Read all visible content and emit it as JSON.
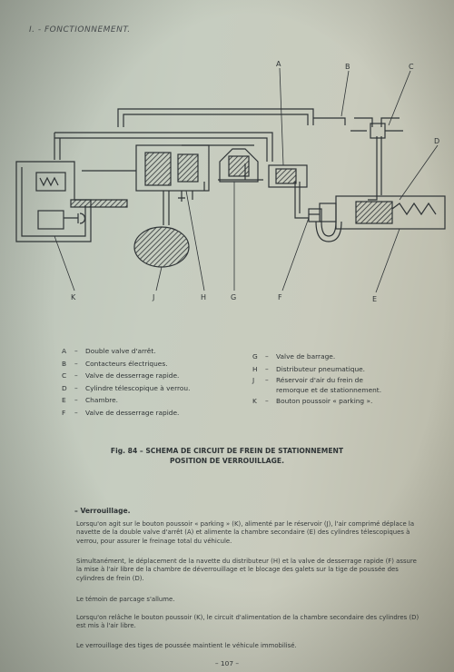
{
  "header": {
    "section": "I. - FONCTIONNEMENT."
  },
  "diagram": {
    "labels": {
      "A": "A",
      "B": "B",
      "C": "C",
      "D": "D",
      "E": "E",
      "F": "F",
      "G": "G",
      "H": "H",
      "J": "J",
      "K": "K"
    }
  },
  "legend": {
    "left": [
      {
        "key": "A",
        "dash": "–",
        "text": "Double valve d'arrêt."
      },
      {
        "key": "B",
        "dash": "–",
        "text": "Contacteurs électriques."
      },
      {
        "key": "C",
        "dash": "–",
        "text": "Valve de desserrage rapide."
      },
      {
        "key": "D",
        "dash": "–",
        "text": "Cylindre télescopique à verrou."
      },
      {
        "key": "E",
        "dash": "–",
        "text": "Chambre."
      },
      {
        "key": "F",
        "dash": "–",
        "text": "Valve de desserrage rapide."
      }
    ],
    "right": [
      {
        "key": "G",
        "dash": "–",
        "text": "Valve de barrage."
      },
      {
        "key": "H",
        "dash": "–",
        "text": "Distributeur pneumatique."
      },
      {
        "key": "J",
        "dash": "–",
        "text": "Réservoir d'air du frein de"
      },
      {
        "key": "",
        "dash": "",
        "text": "remorque et de stationnement."
      },
      {
        "key": "K",
        "dash": "–",
        "text": "Bouton poussoir « parking »."
      }
    ]
  },
  "caption": {
    "line1": "Fig. 84 – SCHEMA DE CIRCUIT DE FREIN DE STATIONNEMENT",
    "line2": "POSITION DE VERROUILLAGE."
  },
  "body": {
    "section_title": "– Verrouillage.",
    "p1": "Lorsqu'on agit sur le bouton poussoir « parking » (K), alimenté par le réservoir (J), l'air comprimé déplace la navette de la double valve d'arrêt (A) et alimente la chambre secondaire (E) des cylindres télescopiques à verrou, pour assurer le freinage total du véhicule.",
    "p2": "Simultanément, le déplacement de la navette du distributeur (H) et la valve de desserrage rapide (F) assure la mise à l'air libre de la chambre de déverrouillage et le blocage des galets sur la tige de poussée des cylindres de frein (D).",
    "p3": "Le témoin de parcage s'allume.",
    "p4": "Lorsqu'on relâche le bouton poussoir (K), le circuit d'alimentation de la chambre secondaire des cylindres (D) est mis à l'air libre.",
    "p5": "Le verrouillage des tiges de poussée maintient le véhicule immobilisé."
  },
  "footer": {
    "page_number": "– 107 –"
  }
}
